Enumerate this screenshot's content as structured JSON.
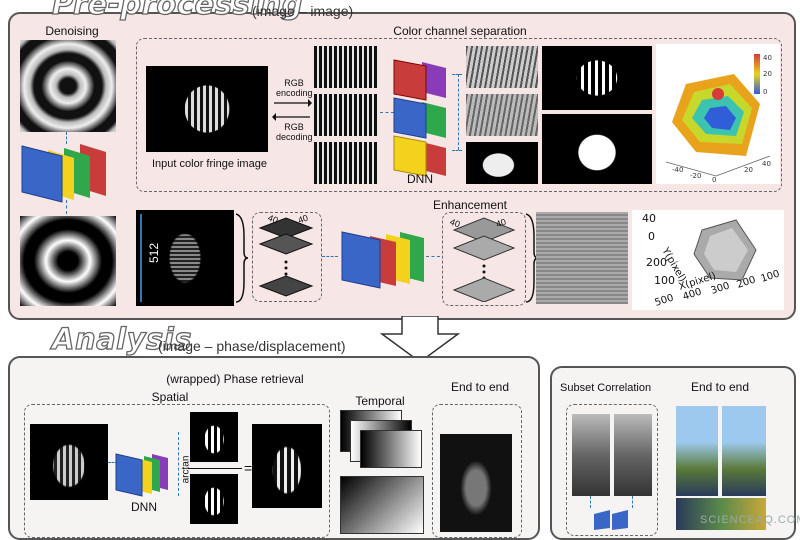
{
  "header1": {
    "title": "Pre-processing",
    "subtitle": "(image – image)"
  },
  "header2": {
    "title": "Analysis",
    "subtitle": "(image – phase/displacement)"
  },
  "preprocessing": {
    "denoising_label": "Denoising",
    "color_title": "Color channel separation",
    "input_label": "Input color fringe image",
    "rgb_encoding": "RGB\nencoding",
    "rgb_decoding": "RGB\ndecoding",
    "dnn_label": "DNN",
    "enhancement_label": "Enhancement",
    "size_512": "512",
    "size_40a": "40",
    "size_40b": "40",
    "size_40c": "40",
    "size_40d": "40",
    "plot3d_ticks": {
      "colorbar": [
        "40",
        "20",
        "0"
      ],
      "axis_left": [
        "-40",
        "-20",
        "0"
      ],
      "axis_right": [
        "20",
        "40"
      ]
    },
    "hand_axis": {
      "y_label": "Y(pixel)",
      "x_label": "X(pixel)",
      "y_ticks": [
        "40",
        "0",
        "200",
        "100"
      ],
      "x_ticks": [
        "500",
        "400",
        "300",
        "200",
        "100"
      ]
    }
  },
  "analysis": {
    "phase_title": "(wrapped) Phase retrieval",
    "spatial_label": "Spatial",
    "temporal_label": "Temporal",
    "end_to_end_1": "End to end",
    "dnn_label": "DNN",
    "arctan_label": "arctan",
    "equals": "=",
    "subset_label": "Subset Correlation",
    "end_to_end_2": "End to end"
  },
  "watermark": "SCIENCEAQ.COM",
  "colors": {
    "panel_top": "#f7e6e6",
    "panel_bottom": "#f6f3f3",
    "arrow_blue": "#2f77b8",
    "dnn": [
      "#3a66c8",
      "#f2d21c",
      "#2ea84a",
      "#c83c3c",
      "#8a3cb8"
    ]
  }
}
